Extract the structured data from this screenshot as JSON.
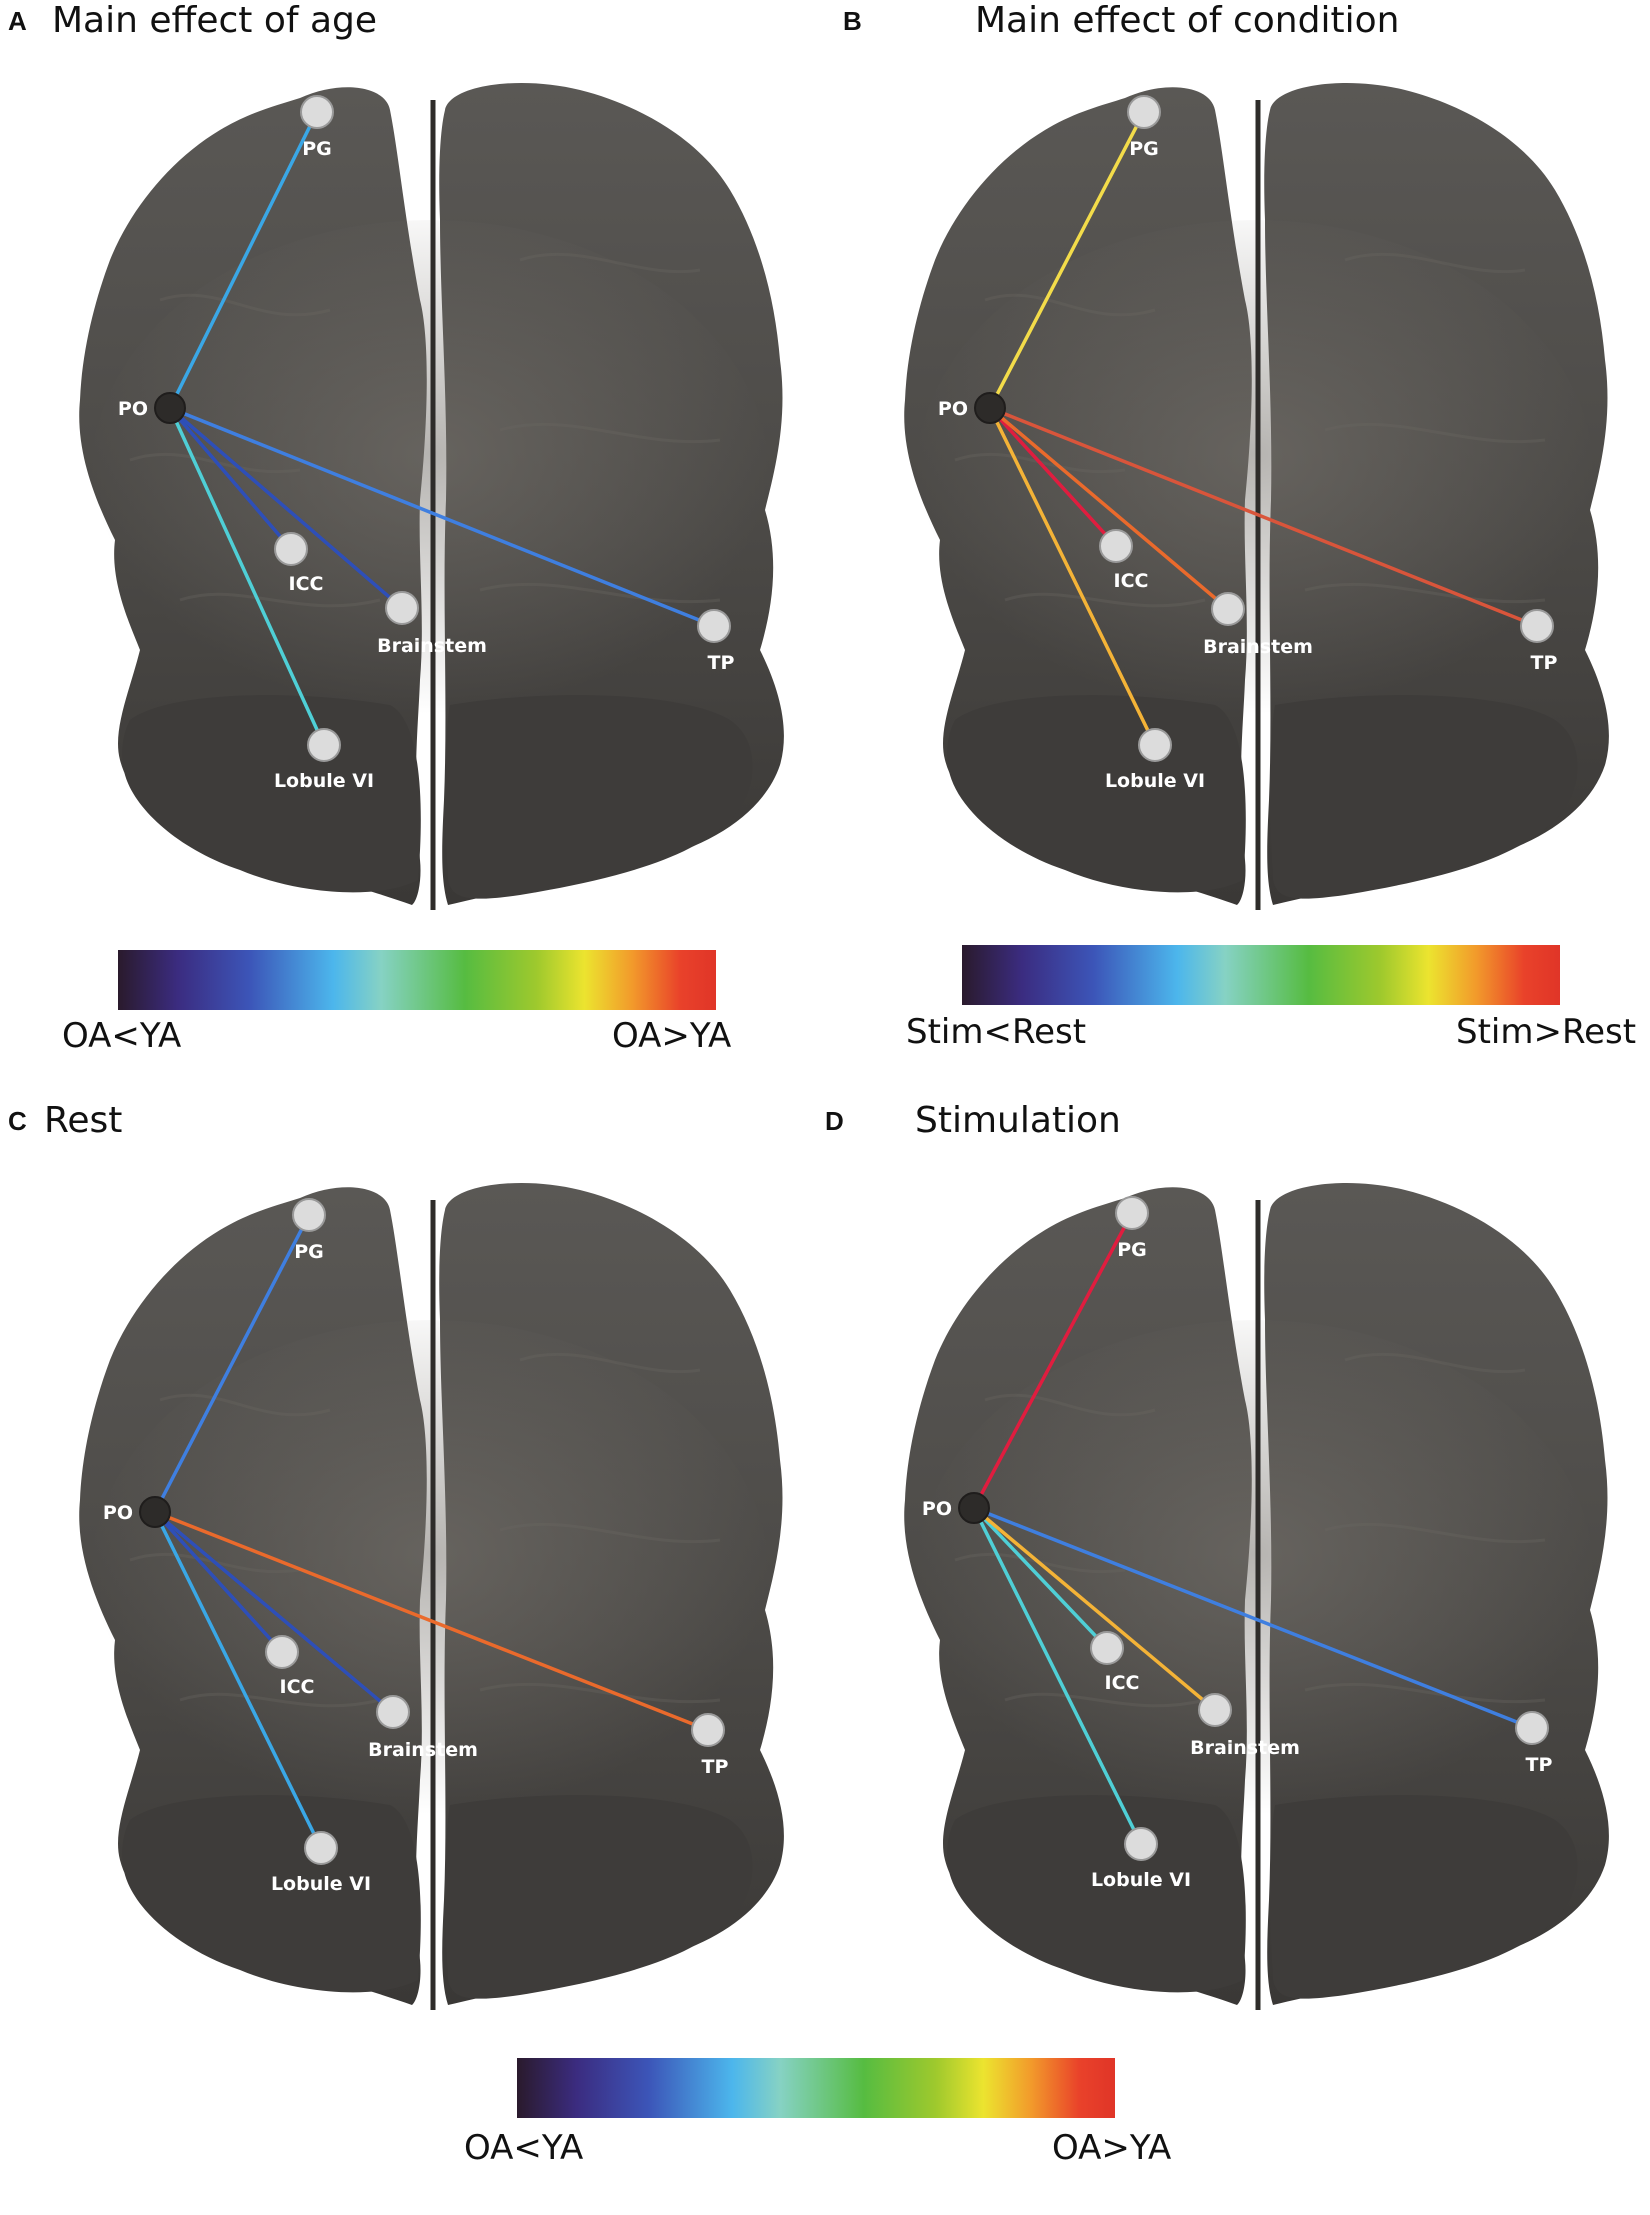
{
  "colors": {
    "dark_blue": "#2e4fb8",
    "sky_blue": "#3aa7e6",
    "cyan": "#4fcfd6",
    "mid_blue": "#3f7fe0",
    "yellow": "#f3dc4a",
    "red_orange": "#d9553b",
    "orange": "#ea6a2c",
    "gold": "#f4b337",
    "crimson": "#e01d3f"
  },
  "panels": [
    {
      "letter": "A",
      "title": "Main effect of age",
      "connections": [
        {
          "to": "PG",
          "color": "sky_blue"
        },
        {
          "to": "ICC",
          "color": "dark_blue"
        },
        {
          "to": "Brainstem",
          "color": "dark_blue"
        },
        {
          "to": "TP",
          "color": "mid_blue"
        },
        {
          "to": "Lobule VI",
          "color": "cyan"
        }
      ]
    },
    {
      "letter": "B",
      "title": "Main effect of condition",
      "connections": [
        {
          "to": "PG",
          "color": "yellow"
        },
        {
          "to": "ICC",
          "color": "crimson"
        },
        {
          "to": "Brainstem",
          "color": "orange"
        },
        {
          "to": "TP",
          "color": "red_orange"
        },
        {
          "to": "Lobule VI",
          "color": "gold"
        }
      ]
    },
    {
      "letter": "C",
      "title": "Rest",
      "connections": [
        {
          "to": "PG",
          "color": "mid_blue"
        },
        {
          "to": "ICC",
          "color": "dark_blue"
        },
        {
          "to": "Brainstem",
          "color": "dark_blue"
        },
        {
          "to": "TP",
          "color": "orange"
        },
        {
          "to": "Lobule VI",
          "color": "sky_blue"
        }
      ]
    },
    {
      "letter": "D",
      "title": "Stimulation",
      "connections": [
        {
          "to": "PG",
          "color": "crimson"
        },
        {
          "to": "ICC",
          "color": "cyan"
        },
        {
          "to": "Brainstem",
          "color": "gold"
        },
        {
          "to": "TP",
          "color": "mid_blue"
        },
        {
          "to": "Lobule VI",
          "color": "cyan"
        }
      ]
    }
  ],
  "node_labels": {
    "PO": "PO",
    "PG": "PG",
    "ICC": "ICC",
    "Brainstem": "Brainstem",
    "TP": "TP",
    "Lobule VI": "Lobule VI"
  },
  "colorbars": [
    {
      "left_label": "OA<YA",
      "right_label": "OA>YA"
    },
    {
      "left_label": "Stim<Rest",
      "right_label": "Stim>Rest"
    },
    {
      "left_label": "OA<YA",
      "right_label": "OA>YA"
    }
  ]
}
